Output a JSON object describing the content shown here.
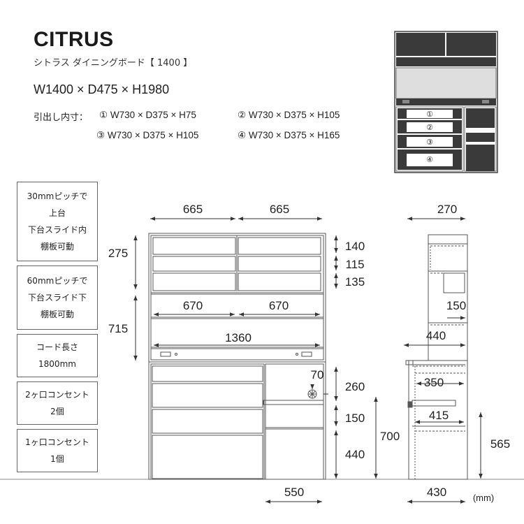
{
  "product": {
    "title": "CITRUS",
    "subtitle": "シトラス ダイニングボード【 1400 】",
    "dimensions": "W1400 × D475 × H1980"
  },
  "drawers": {
    "label": "引出し内寸：",
    "items": [
      "① W730 × D375 × H75",
      "② W730 × D375 × H105",
      "③ W730 × D375 × H105",
      "④ W730 × D375 × H165"
    ]
  },
  "thumbnail": {
    "drawer_marks": [
      "①",
      "②",
      "③",
      "④"
    ]
  },
  "notes": [
    {
      "lines": [
        "30mmピッチで",
        "上台",
        "下台スライド内",
        "棚板可動"
      ]
    },
    {
      "lines": [
        "60mmピッチで",
        "下台スライド下",
        "棚板可動"
      ]
    },
    {
      "lines": [
        "コード長さ",
        "1800mm"
      ]
    },
    {
      "lines": [
        "2ヶ口コンセント",
        "2個"
      ]
    },
    {
      "lines": [
        "1ヶ口コンセント",
        "1個"
      ]
    }
  ],
  "front_dims": {
    "top_left": "665",
    "top_right": "665",
    "upper_h": "275",
    "lower_h": "715",
    "mid_left": "670",
    "mid_right": "670",
    "inner_w": "1360",
    "r140": "140",
    "r115": "115",
    "r135": "135",
    "r70": "70",
    "r260": "260",
    "r150": "150",
    "r440": "440",
    "r700": "700",
    "bottom": "550"
  },
  "side_dims": {
    "top": "270",
    "d150": "150",
    "d440": "440",
    "d350": "350",
    "d415": "415",
    "d565": "565",
    "bottom": "430"
  },
  "unit": "(mm)"
}
